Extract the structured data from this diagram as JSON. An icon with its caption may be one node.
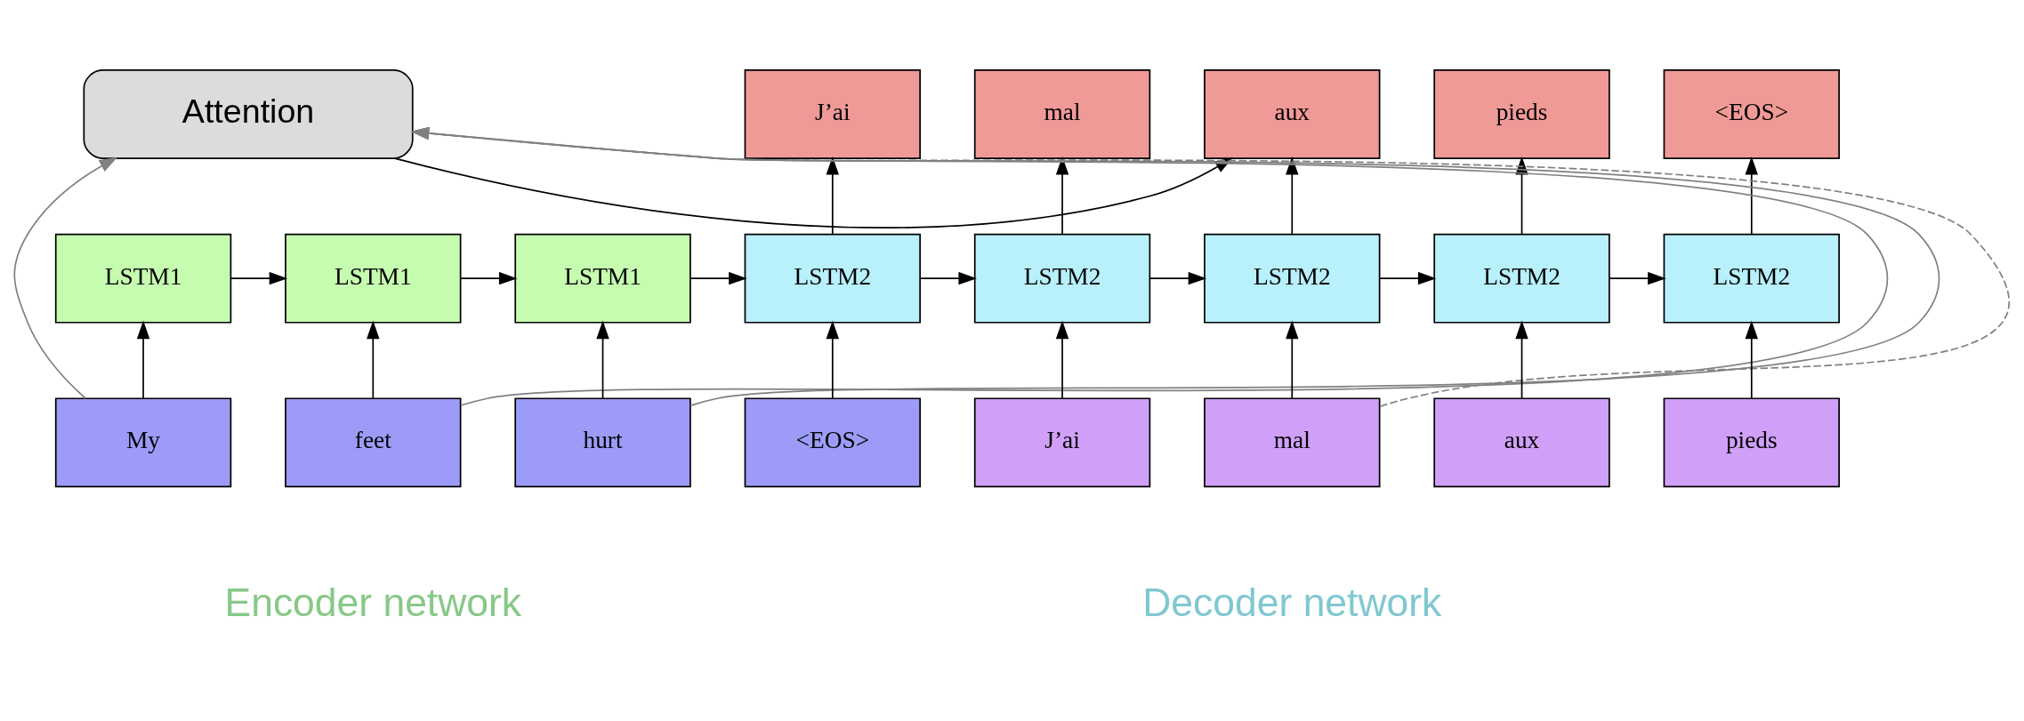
{
  "diagram": {
    "nodes": [
      {
        "text": [
          "Attention"
        ]
      },
      {
        "text": [
          "LSTM1"
        ]
      },
      {
        "text": [
          "LSTM1"
        ]
      },
      {
        "text": [
          "LSTM1"
        ]
      },
      {
        "text": [
          "LSTM2"
        ]
      },
      {
        "text": [
          "LSTM2"
        ]
      },
      {
        "text": [
          "LSTM2"
        ]
      },
      {
        "text": [
          "LSTM2"
        ]
      },
      {
        "text": [
          "LSTM2"
        ]
      },
      {
        "text": [
          "J’ai"
        ]
      },
      {
        "text": [
          "mal"
        ]
      },
      {
        "text": [
          "aux"
        ]
      },
      {
        "text": [
          "pieds"
        ]
      },
      {
        "text": [
          "<EOS>"
        ]
      },
      {
        "text": [
          "My"
        ]
      },
      {
        "text": [
          "feet"
        ]
      },
      {
        "text": [
          "hurt"
        ]
      },
      {
        "text": [
          "<EOS>"
        ]
      },
      {
        "text": [
          "J’ai"
        ]
      },
      {
        "text": [
          "mal"
        ]
      },
      {
        "text": [
          "aux"
        ]
      },
      {
        "text": [
          "pieds"
        ]
      }
    ],
    "edges": [
      {
        "from": 1,
        "to": 2,
        "arrow": "to"
      },
      {
        "from": 2,
        "to": 3,
        "arrow": "to"
      },
      {
        "from": 3,
        "to": 4,
        "arrow": "to"
      },
      {
        "from": 4,
        "to": 5,
        "arrow": "to"
      },
      {
        "from": 5,
        "to": 6,
        "arrow": "to"
      },
      {
        "from": 6,
        "to": 7,
        "arrow": "to"
      },
      {
        "from": 7,
        "to": 8,
        "arrow": "to"
      },
      {
        "from": 14,
        "to": 1,
        "arrow": "to"
      },
      {
        "from": 15,
        "to": 2,
        "arrow": "to"
      },
      {
        "from": 16,
        "to": 3,
        "arrow": "to"
      },
      {
        "from": 17,
        "to": 4,
        "arrow": "to"
      },
      {
        "from": 18,
        "to": 5,
        "arrow": "to"
      },
      {
        "from": 19,
        "to": 6,
        "arrow": "to"
      },
      {
        "from": 20,
        "to": 7,
        "arrow": "to"
      },
      {
        "from": 21,
        "to": 8,
        "arrow": "to"
      },
      {
        "from": 4,
        "to": 9,
        "arrow": "to"
      },
      {
        "from": 5,
        "to": 10,
        "arrow": "to"
      },
      {
        "from": 6,
        "to": 11,
        "arrow": "to"
      },
      {
        "from": 7,
        "to": 12,
        "arrow": "to"
      },
      {
        "from": 8,
        "to": 13,
        "arrow": "to"
      },
      {
        "from": 14,
        "to": 0,
        "arrow": "to",
        "color": "#808080"
      },
      {
        "from": 15,
        "to": 0,
        "arrow": "to",
        "color": "#808080"
      },
      {
        "from": 16,
        "to": 0,
        "arrow": "to",
        "color": "#808080"
      },
      {
        "from": 19,
        "to": 0,
        "arrow": "to",
        "style": "dashed",
        "color": "#808080"
      },
      {
        "from": 0,
        "to": 11,
        "arrow": "to"
      }
    ],
    "labels": [
      "Encoder network",
      "Decoder network"
    ]
  }
}
